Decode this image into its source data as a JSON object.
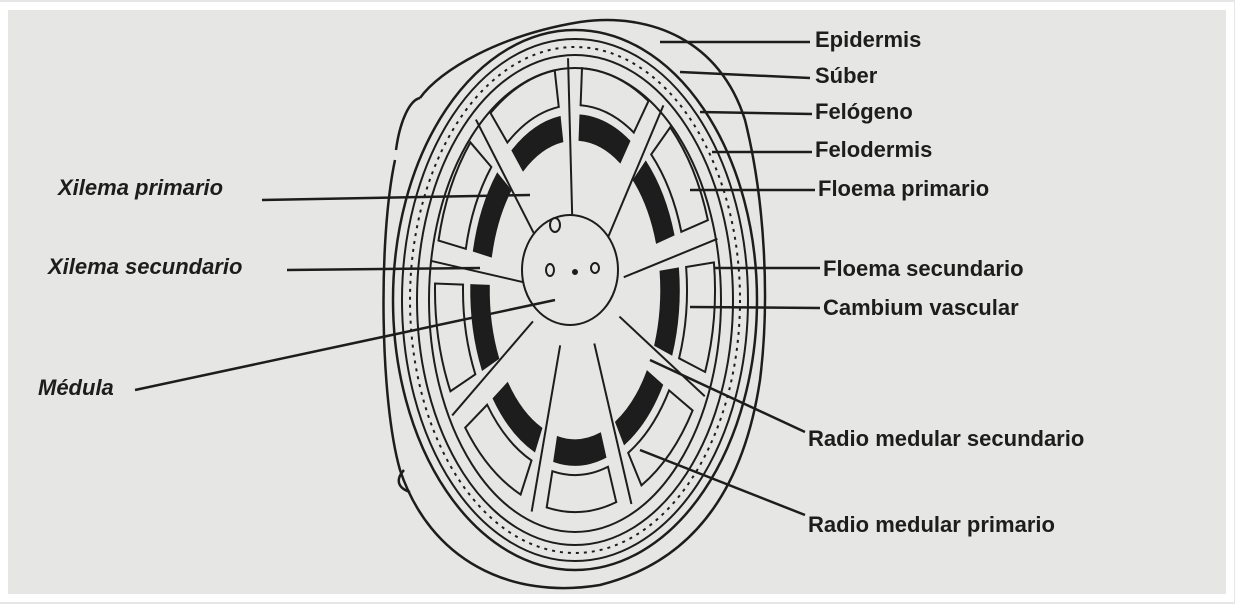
{
  "diagram": {
    "labels": {
      "epidermis": "Epidermis",
      "suber": "Súber",
      "felogeno": "Felógeno",
      "felodermis": "Felodermis",
      "floema_primario": "Floema primario",
      "floema_secundario": "Floema secundario",
      "cambium_vascular": "Cambium vascular",
      "radio_medular_secundario": "Radio medular secundario",
      "radio_medular_primario": "Radio medular primario",
      "xilema_primario": "Xilema primario",
      "xilema_secundario": "Xilema secundario",
      "medula": "Médula"
    }
  },
  "colors": {
    "ink": "#1d1d1d",
    "paper": "#e6e6e4",
    "frame": "#ffffff"
  }
}
